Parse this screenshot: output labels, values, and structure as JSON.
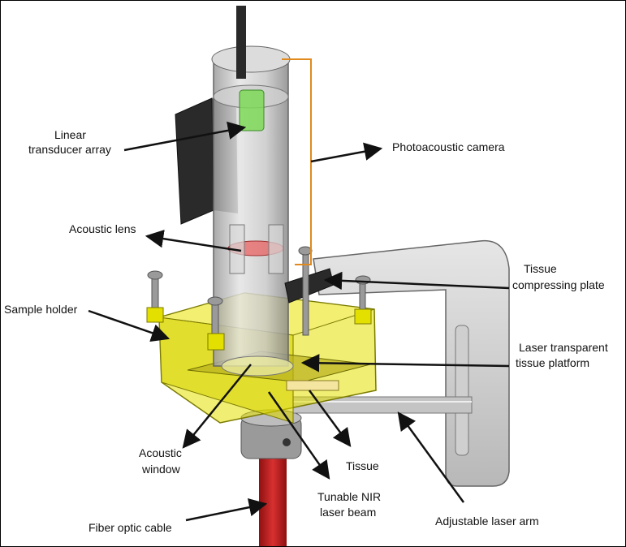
{
  "labels": {
    "linear_transducer_1": "Linear",
    "linear_transducer_2": "transducer array",
    "photoacoustic_camera": "Photoacoustic camera",
    "acoustic_lens": "Acoustic lens",
    "tissue_plate_1": "Tissue",
    "tissue_plate_2": "compressing plate",
    "sample_holder": "Sample holder",
    "laser_platform_1": "Laser transparent",
    "laser_platform_2": "tissue platform",
    "acoustic_window_1": "Acoustic",
    "acoustic_window_2": "window",
    "tissue": "Tissue",
    "nir_beam_1": "Tunable NIR",
    "nir_beam_2": "laser beam",
    "fiber_optic": "Fiber optic cable",
    "laser_arm": "Adjustable laser arm"
  },
  "colors": {
    "sample_holder": "#e3e000",
    "fiber_cable": "#c62020",
    "bracket_lines": "#e08a1e",
    "lens": "#e86a6a",
    "transducer_tip": "#7ed957"
  }
}
